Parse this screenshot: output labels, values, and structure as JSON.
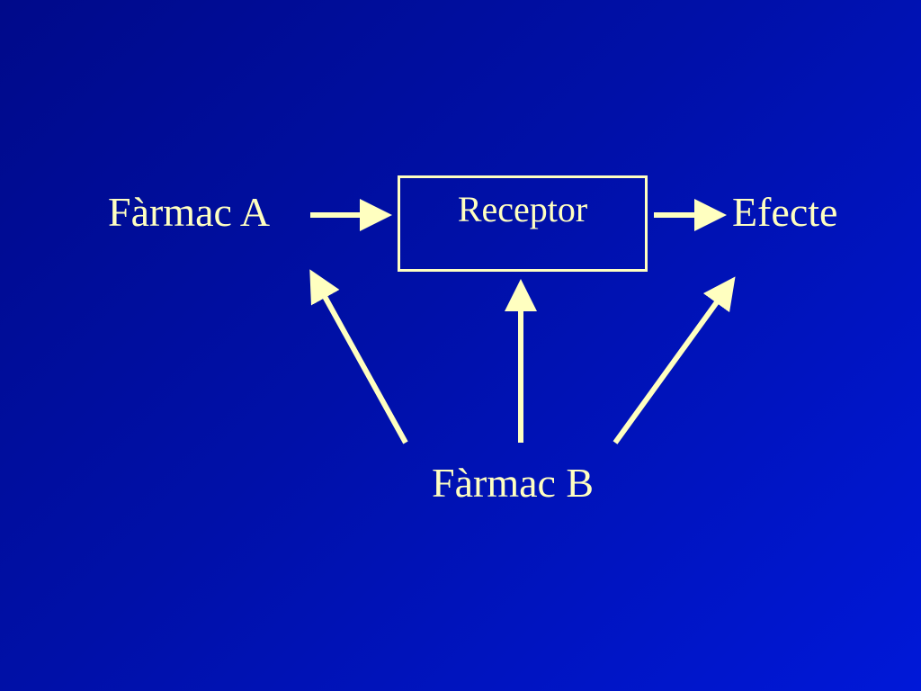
{
  "diagram": {
    "drug_a": "Fàrmac A",
    "receptor": "Receptor",
    "effect": "Efecte",
    "drug_b": "Fàrmac B"
  },
  "colors": {
    "foreground": "#ffffc0",
    "background_start": "#000a8a",
    "background_end": "#0018d8"
  }
}
